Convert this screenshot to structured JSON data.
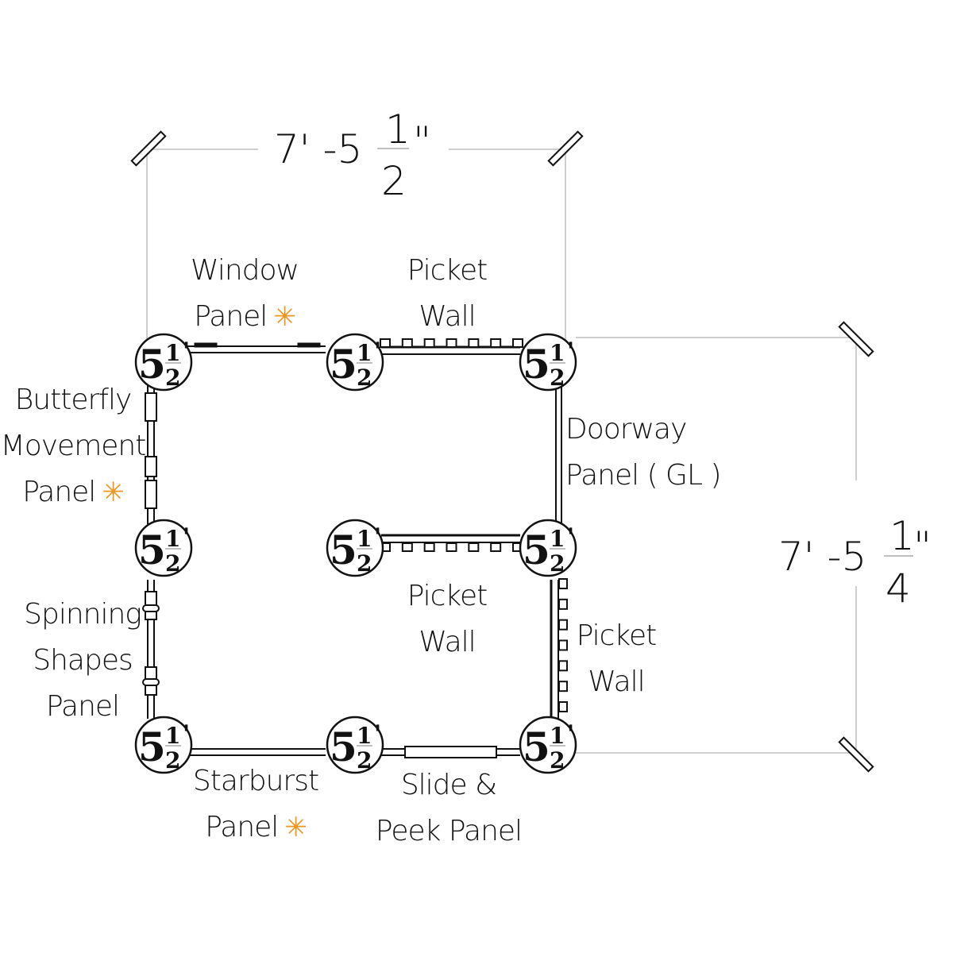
{
  "dimensions": {
    "width": {
      "whole": "7' -5",
      "num": "1",
      "den": "2",
      "unit": "\""
    },
    "height": {
      "whole": "7' -5",
      "num": "1",
      "den": "4",
      "unit": "\""
    }
  },
  "post_label": {
    "whole": "5",
    "num": "1",
    "den": "2",
    "unit": "'"
  },
  "labels": {
    "window_panel": [
      "Window",
      "Panel"
    ],
    "picket_top": [
      "Picket",
      "Wall"
    ],
    "butterfly": [
      "Butterfly",
      "Movement",
      "Panel"
    ],
    "doorway": [
      "Doorway",
      "Panel ( GL )"
    ],
    "picket_mid": [
      "Picket",
      "Wall"
    ],
    "picket_right": [
      "Picket",
      "Wall"
    ],
    "spinning": [
      "Spinning",
      "Shapes",
      "Panel"
    ],
    "starburst": [
      "Starburst",
      "Panel"
    ],
    "slide_peek": [
      "Slide &",
      "Peek Panel"
    ]
  },
  "star_glyph": "✳",
  "colors": {
    "star": "#E8961E",
    "line": "#111111",
    "dim_line": "#bbbbbb"
  }
}
